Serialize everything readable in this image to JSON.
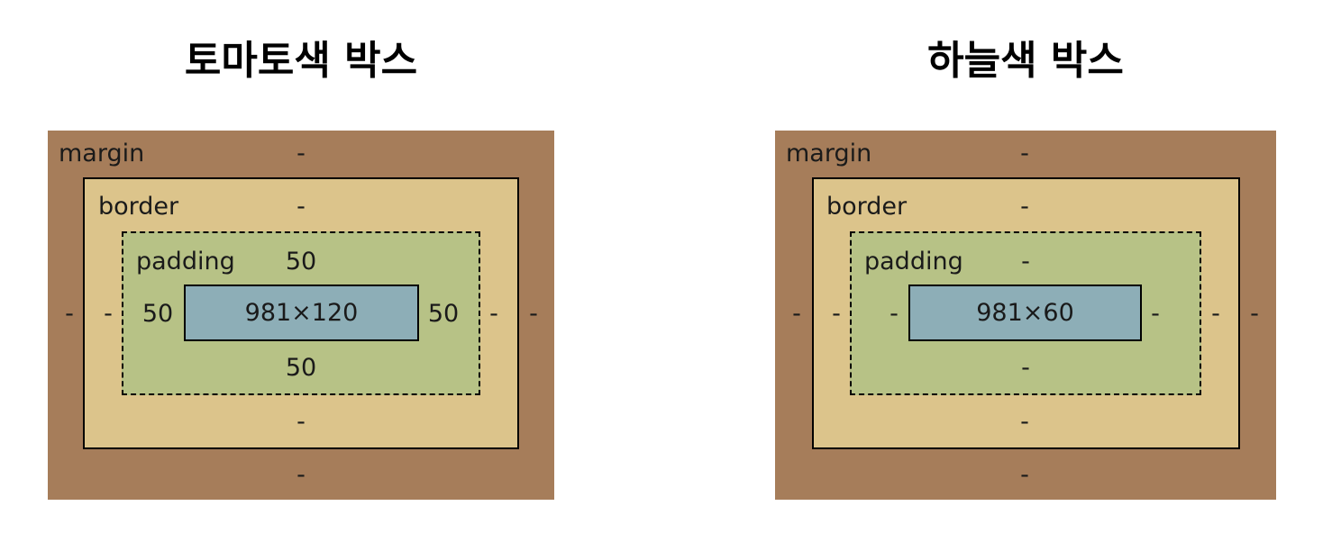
{
  "titles": {
    "left": "토마토색 박스",
    "right": "하늘색 박스"
  },
  "boxes": {
    "left": {
      "margin": {
        "label": "margin",
        "top": "-",
        "right": "-",
        "bottom": "-",
        "left": "-"
      },
      "border": {
        "label": "border",
        "top": "-",
        "right": "-",
        "bottom": "-",
        "left": "-"
      },
      "padding": {
        "label": "padding",
        "top": "50",
        "right": "50",
        "bottom": "50",
        "left": "50"
      },
      "content": "981×120"
    },
    "right": {
      "margin": {
        "label": "margin",
        "top": "-",
        "right": "-",
        "bottom": "-",
        "left": "-"
      },
      "border": {
        "label": "border",
        "top": "-",
        "right": "-",
        "bottom": "-",
        "left": "-"
      },
      "padding": {
        "label": "padding",
        "top": "-",
        "right": "-",
        "bottom": "-",
        "left": "-"
      },
      "content": "981×60"
    }
  },
  "colors": {
    "margin": "#a67d5a",
    "border": "#dcc48b",
    "padding": "#b7c286",
    "content": "#8daeb7"
  }
}
